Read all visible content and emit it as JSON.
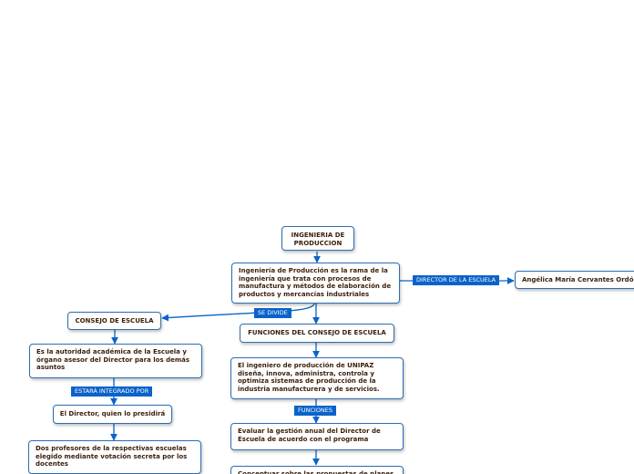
{
  "colors": {
    "line": "#0a63c9",
    "node_border": "#2e6db4",
    "label_bg": "#0a63c9",
    "text": "#3a1f0b"
  },
  "nodes": {
    "root": "INGENIERIA DE PRODUCCION",
    "definition": "Ingeniería de Producción es la rama de la ingeniería que trata con procesos de manufactura y métodos de elaboración de productos y mercancías industriales",
    "director": "Angélica María Cervantes Ordóñez",
    "consejo": "CONSEJO DE ESCUELA",
    "autoridad": "Es la autoridad académica de la Escuela y órgano asesor del Director para los demás asuntos",
    "director_preside": "El Director, quien lo presidirá",
    "profesores": "Dos profesores de la respectivas escuelas elegido mediante votación secreta por los docentes",
    "funciones_consejo": "FUNCIONES DEL CONSEJO DE ESCUELA",
    "ingeniero": "El ingeniero de producción de UNIPAZ diseña, innova, administra, controla y optimiza sistemas de producción de la industria manufacturera y de servicios.",
    "evaluar": "Evaluar la gestión anual del Director de Escuela de acuerdo con el programa",
    "conceptuar": "Conceptuar sobre las propuestas de planes"
  },
  "links": {
    "director_de_la_escuela": "DIRECTOR DE LA ESCUELA",
    "se_divide": "SE DIVIDE",
    "estara_integrado_por": "ESTARÁ INTEGRADO POR",
    "funciones": "FUNCIONES"
  }
}
